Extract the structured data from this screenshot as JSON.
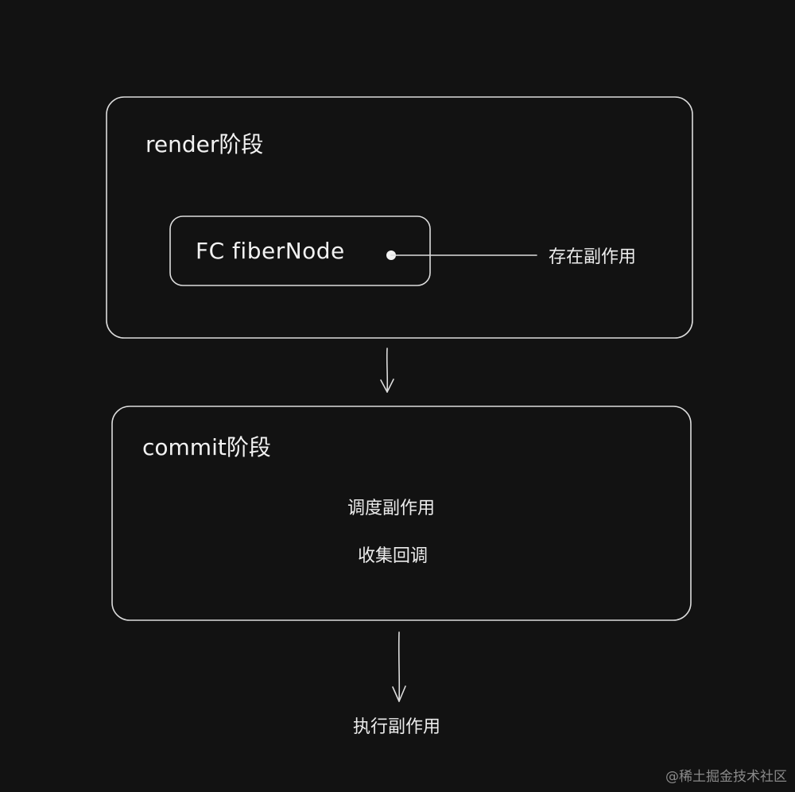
{
  "render_phase": {
    "title": "render阶段",
    "node_label": "FC fiberNode",
    "annotation": "存在副作用"
  },
  "commit_phase": {
    "title": "commit阶段",
    "items": [
      "调度副作用",
      "收集回调"
    ]
  },
  "result": {
    "label": "执行副作用"
  },
  "watermark": "@稀土掘金技术社区"
}
